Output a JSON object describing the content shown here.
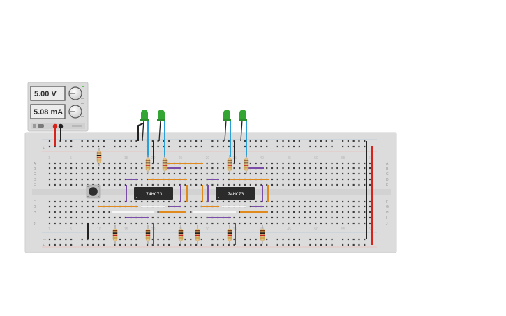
{
  "power_supply": {
    "voltage_display": "5.00 V",
    "current_display": "5.08 mA"
  },
  "breadboard": {
    "row_labels": [
      "A",
      "B",
      "C",
      "D",
      "E",
      "F",
      "G",
      "H",
      "I",
      "J"
    ],
    "column_numbers": [
      "1",
      "5",
      "10",
      "15",
      "20",
      "25",
      "30",
      "35",
      "40",
      "45",
      "50",
      "55",
      "60"
    ]
  },
  "chips": [
    {
      "label": "74HC73"
    },
    {
      "label": "74HC73"
    }
  ],
  "colors": {
    "board": "#dcdcdc",
    "hole": "#3a3a3a",
    "rail_red": "#e53935",
    "rail_blue": "#4a8fc0",
    "wire_orange": "#e08a1e",
    "wire_purple": "#7a4ea8",
    "wire_black": "#222222",
    "wire_red": "#d8231a",
    "wire_blue": "#2aa0d8",
    "led_green": "#33a532",
    "chip_body": "#2b2b2b"
  },
  "icons": [
    "voltage-knob-icon",
    "current-knob-icon",
    "pushbutton-icon",
    "led-icon",
    "resistor-icon"
  ]
}
